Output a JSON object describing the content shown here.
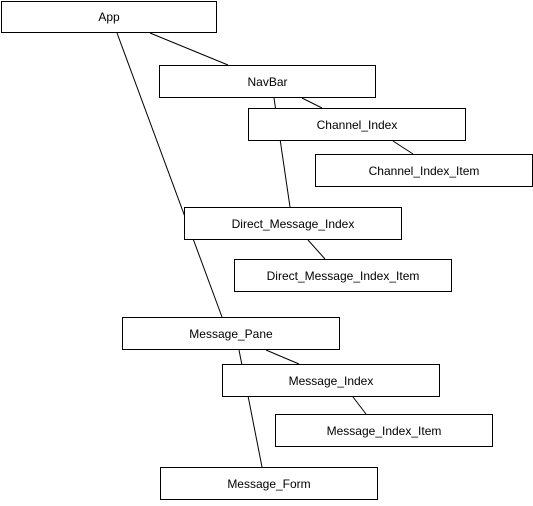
{
  "nodes": {
    "app": "App",
    "navbar": "NavBar",
    "channel_index": "Channel_Index",
    "channel_index_item": "Channel_Index_Item",
    "direct_message_index": "Direct_Message_Index",
    "direct_message_index_item": "Direct_Message_Index_Item",
    "message_pane": "Message_Pane",
    "message_index": "Message_Index",
    "message_index_item": "Message_Index_Item",
    "message_form": "Message_Form"
  },
  "colors": {
    "stroke": "#000000",
    "fill": "#ffffff"
  }
}
